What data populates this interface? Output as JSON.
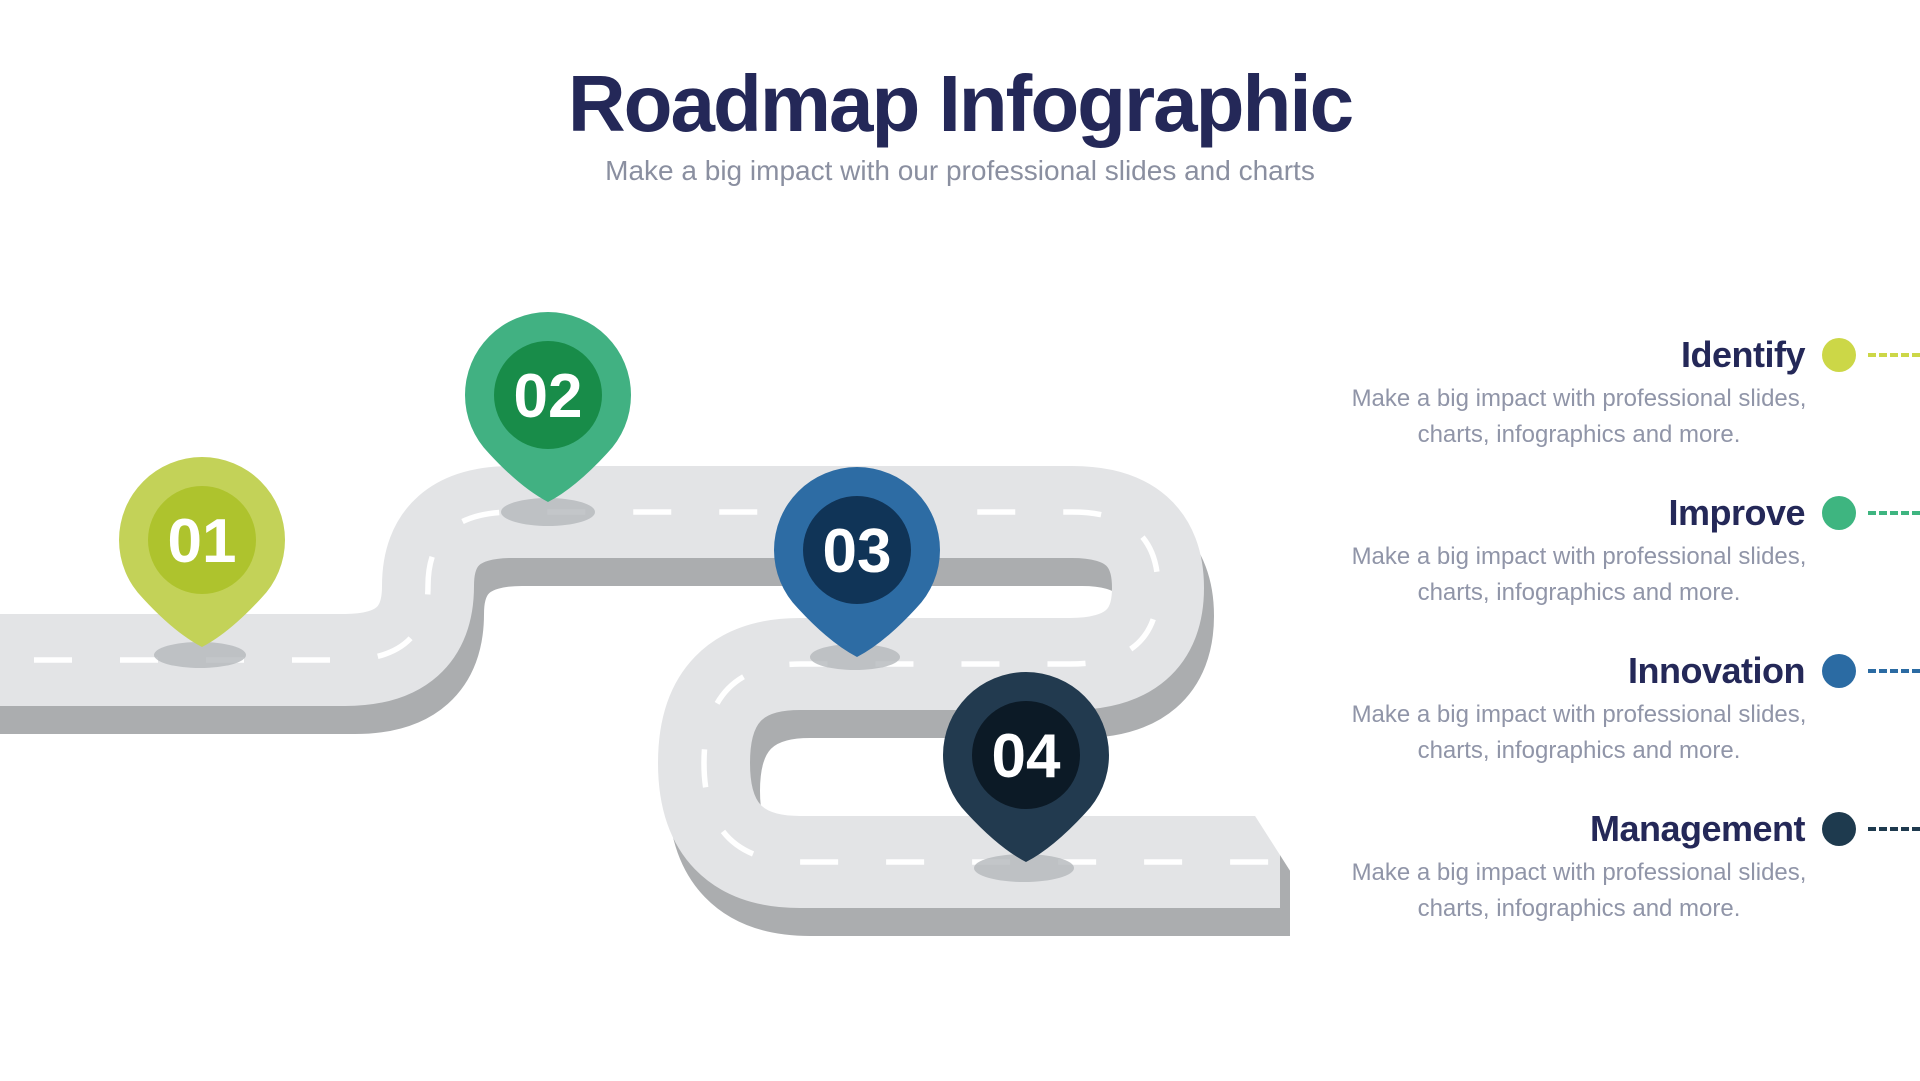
{
  "header": {
    "title": "Roadmap Infographic",
    "subtitle": "Make a big impact with our professional slides and charts"
  },
  "pins": [
    {
      "number": "01",
      "outer_color": "#c3d258",
      "inner_color": "#aec32d"
    },
    {
      "number": "02",
      "outer_color": "#41b182",
      "inner_color": "#188c49"
    },
    {
      "number": "03",
      "outer_color": "#2d6ca4",
      "inner_color": "#103457"
    },
    {
      "number": "04",
      "outer_color": "#223a4f",
      "inner_color": "#0c1a26"
    }
  ],
  "legend": [
    {
      "label": "Identify",
      "color": "#ccd747",
      "description": "Make a big impact with professional slides, charts, infographics and more."
    },
    {
      "label": "Improve",
      "color": "#3eb580",
      "description": "Make a big impact with professional slides, charts, infographics and more."
    },
    {
      "label": "Innovation",
      "color": "#2b6ba3",
      "description": "Make a big impact with professional slides, charts, infographics and more."
    },
    {
      "label": "Management",
      "color": "#1e3a4e",
      "description": "Make a big impact with professional slides, charts, infographics and more."
    }
  ],
  "road": {
    "surface_color": "#e3e4e6",
    "edge_color": "#abadaf",
    "dash_color": "#ffffff"
  }
}
